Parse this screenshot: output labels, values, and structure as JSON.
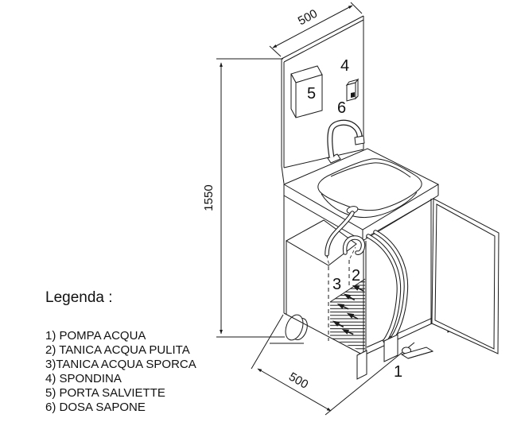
{
  "drawing": {
    "dim_top": "500",
    "dim_left": "1550",
    "dim_bottom": "500",
    "labels": {
      "n1": "1",
      "n2": "2",
      "n3": "3",
      "n4": "4",
      "n5": "5",
      "n6": "6"
    }
  },
  "legend": {
    "title": "Legenda :",
    "items": [
      "1) POMPA ACQUA",
      "2) TANICA ACQUA PULITA",
      "3)TANICA ACQUA SPORCA",
      "4) SPONDINA",
      "5) PORTA SALVIETTE",
      "6) DOSA SAPONE"
    ]
  },
  "colors": {
    "line": "#1a1a1a",
    "background": "#ffffff"
  }
}
